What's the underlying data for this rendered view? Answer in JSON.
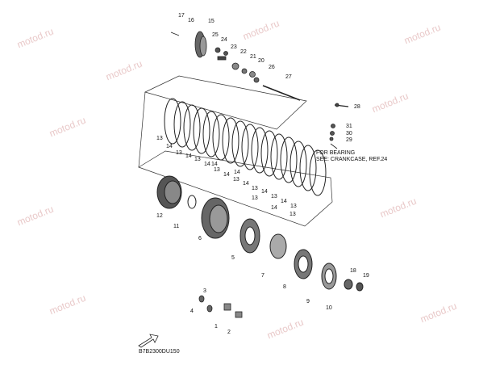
{
  "watermark": "motod.ru",
  "callouts": {
    "c17": "17",
    "c16": "16",
    "c15": "15",
    "c25": "25",
    "c24": "24",
    "c23": "23",
    "c22": "22",
    "c21": "21",
    "c20": "20",
    "c26": "26",
    "c27": "27",
    "c28": "28",
    "c31": "31",
    "c30": "30",
    "c29": "29",
    "p13a": "13",
    "p14a": "14",
    "p13b": "13",
    "p14b": "14",
    "p13c": "13",
    "p14c": "14",
    "p13d": "13",
    "p14d": "14",
    "p13e": "13",
    "p14e": "14",
    "p13f": "13",
    "p14f": "14",
    "p13g": "13",
    "p14g": "14",
    "p13h": "13",
    "p14h": "14",
    "p13i": "13",
    "p14i": "14",
    "p13j": "13",
    "c12": "12",
    "c11": "11",
    "c6": "6",
    "c5": "5",
    "c7": "7",
    "c8": "8",
    "c9": "9",
    "c10": "10",
    "c18": "18",
    "c19": "19",
    "c3": "3",
    "c4": "4",
    "c1": "1",
    "c2": "2"
  },
  "note": {
    "line1": "FOR BEARING",
    "line2": "SEE: CRANKCASE, REF.24"
  },
  "diagram_code": "B7B2300DU150"
}
